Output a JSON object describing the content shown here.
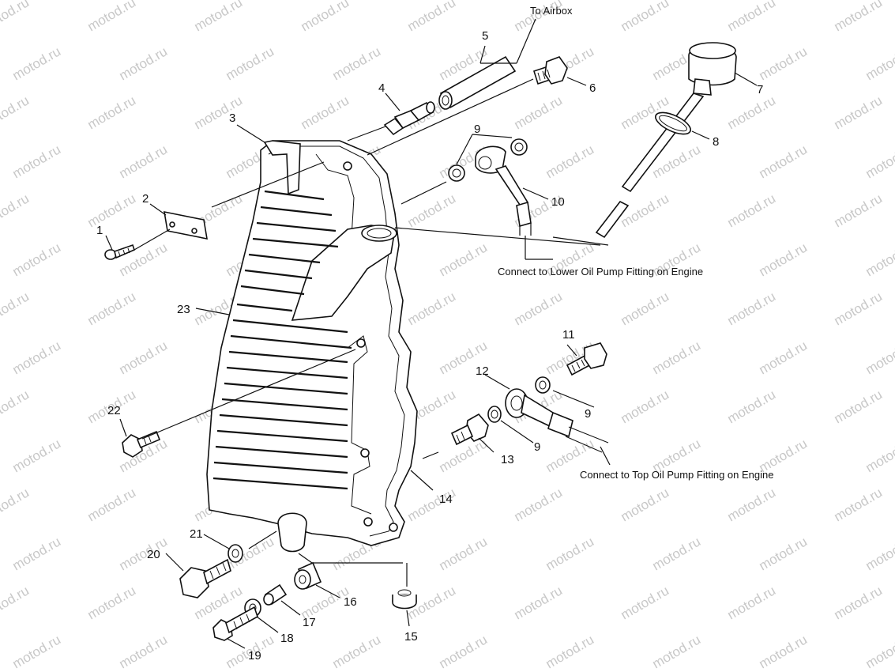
{
  "watermark": "motod.ru",
  "parts": [
    {
      "id": "1",
      "label": "1"
    },
    {
      "id": "2",
      "label": "2"
    },
    {
      "id": "3",
      "label": "3"
    },
    {
      "id": "4",
      "label": "4"
    },
    {
      "id": "5",
      "label": "5"
    },
    {
      "id": "6",
      "label": "6"
    },
    {
      "id": "7",
      "label": "7"
    },
    {
      "id": "8",
      "label": "8"
    },
    {
      "id": "9a",
      "label": "9"
    },
    {
      "id": "9b",
      "label": "9"
    },
    {
      "id": "9c",
      "label": "9"
    },
    {
      "id": "10",
      "label": "10"
    },
    {
      "id": "11",
      "label": "11"
    },
    {
      "id": "12",
      "label": "12"
    },
    {
      "id": "13",
      "label": "13"
    },
    {
      "id": "14",
      "label": "14"
    },
    {
      "id": "15",
      "label": "15"
    },
    {
      "id": "16",
      "label": "16"
    },
    {
      "id": "17",
      "label": "17"
    },
    {
      "id": "18",
      "label": "18"
    },
    {
      "id": "19",
      "label": "19"
    },
    {
      "id": "20",
      "label": "20"
    },
    {
      "id": "21",
      "label": "21"
    },
    {
      "id": "22",
      "label": "22"
    },
    {
      "id": "23",
      "label": "23"
    }
  ],
  "notes": {
    "to_airbox": "To Airbox",
    "lower_pump": "Connect to Lower Oil Pump Fitting on Engine",
    "top_pump": "Connect to Top  Oil Pump Fitting on Engine"
  }
}
